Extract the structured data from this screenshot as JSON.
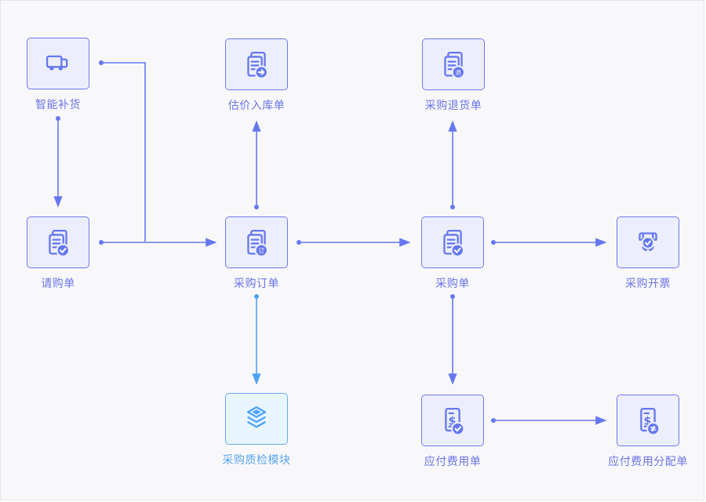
{
  "colors": {
    "background": "#f8f8fa",
    "purple_line": "#6577f0",
    "purple_box_border": "#7079ee",
    "purple_box_bg": "#eceefb",
    "purple_label": "#6a74e8",
    "blue_line": "#4fa2f5",
    "blue_box_border": "#63abf2",
    "blue_box_bg": "#e9f5fe",
    "blue_label": "#58a6f0"
  },
  "nodes": [
    {
      "id": "smart-replenishment",
      "label": "智能补货",
      "icon": "truck-icon",
      "theme": "purple"
    },
    {
      "id": "estimated-inbound-receipt",
      "label": "估价入库单",
      "icon": "document-arrow-icon",
      "theme": "purple"
    },
    {
      "id": "purchase-return-order",
      "label": "采购退货单",
      "icon": "document-return-icon",
      "badge_text": "退",
      "theme": "purple"
    },
    {
      "id": "purchase-requisition",
      "label": "请购单",
      "icon": "document-check-icon",
      "theme": "purple"
    },
    {
      "id": "purchase-order",
      "label": "采购订单",
      "icon": "document-order-icon",
      "badge_text": "订",
      "theme": "purple"
    },
    {
      "id": "purchase-receipt",
      "label": "采购单",
      "icon": "document-check-icon",
      "theme": "purple"
    },
    {
      "id": "purchase-invoicing",
      "label": "采购开票",
      "icon": "invoice-ticket-icon",
      "theme": "purple"
    },
    {
      "id": "purchase-qc-module",
      "label": "采购质检模块",
      "icon": "layers-icon",
      "theme": "blue"
    },
    {
      "id": "ap-expense-bill",
      "label": "应付费用单",
      "icon": "bill-check-icon",
      "theme": "purple"
    },
    {
      "id": "ap-expense-allocation-bill",
      "label": "应付费用分配单",
      "icon": "bill-swap-icon",
      "theme": "purple"
    }
  ],
  "edges": [
    {
      "from": "智能补货",
      "to": "请购单",
      "color": "purple"
    },
    {
      "from": "智能补货",
      "to": "采购订单",
      "color": "purple"
    },
    {
      "from": "请购单",
      "to": "采购订单",
      "color": "purple"
    },
    {
      "from": "采购订单",
      "to": "估价入库单",
      "color": "purple"
    },
    {
      "from": "采购订单",
      "to": "采购单",
      "color": "purple"
    },
    {
      "from": "采购订单",
      "to": "采购质检模块",
      "color": "blue"
    },
    {
      "from": "采购单",
      "to": "采购退货单",
      "color": "purple"
    },
    {
      "from": "采购单",
      "to": "采购开票",
      "color": "purple"
    },
    {
      "from": "采购单",
      "to": "应付费用单",
      "color": "purple"
    },
    {
      "from": "应付费用单",
      "to": "应付费用分配单",
      "color": "purple"
    }
  ]
}
